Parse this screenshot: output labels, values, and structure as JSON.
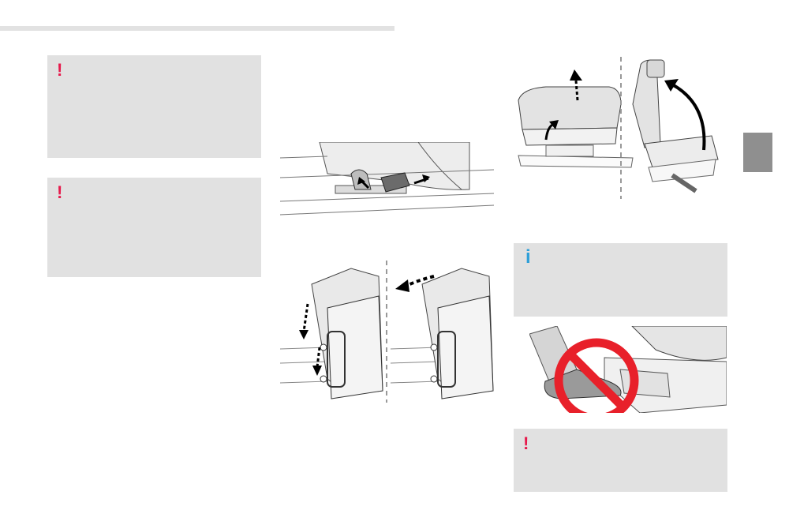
{
  "notices": [
    {
      "icon": "!",
      "kind": "warning"
    },
    {
      "icon": "!",
      "kind": "warning"
    },
    {
      "icon": "i",
      "kind": "info"
    },
    {
      "icon": "!",
      "kind": "warning"
    }
  ],
  "colors": {
    "warning": "#e6194b",
    "info": "#2e9fd8",
    "panel": "#e1e1e1",
    "tab": "#8f8f8f",
    "prohibition": "#e8202a"
  },
  "icons": [
    "exclamation-icon",
    "info-icon",
    "prohibition-icon"
  ]
}
